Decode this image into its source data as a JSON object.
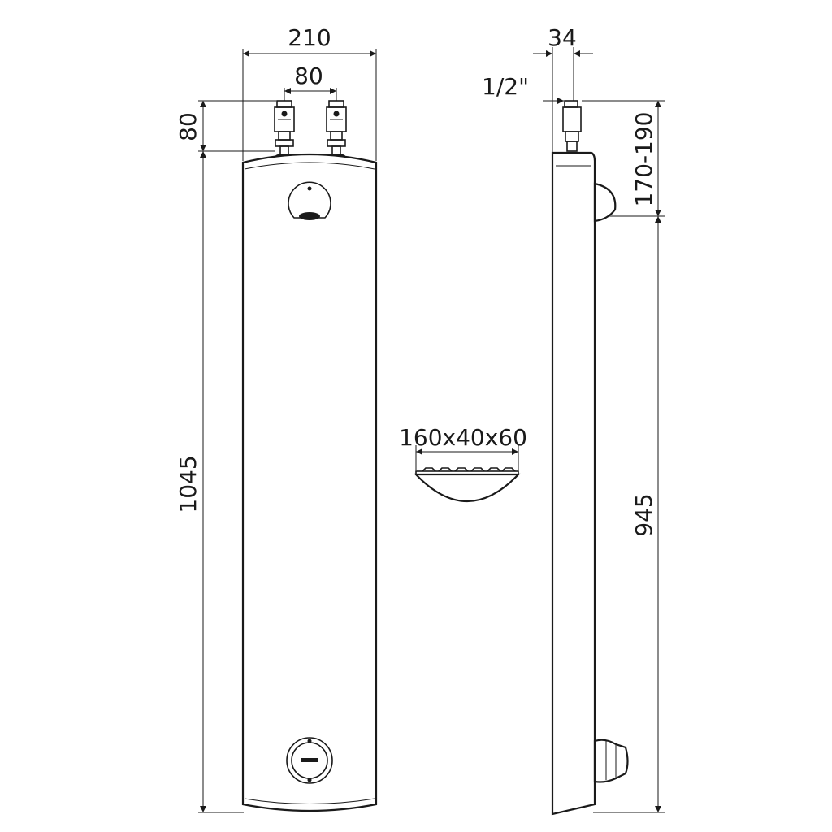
{
  "dimensions": {
    "overall_width": "210",
    "inlet_spacing": "80",
    "inlet_height": "80",
    "panel_height": "1045",
    "depth": "34",
    "thread": "1/2\"",
    "head_height": "170-190",
    "button_height": "945",
    "head_size": "160x40x60"
  }
}
